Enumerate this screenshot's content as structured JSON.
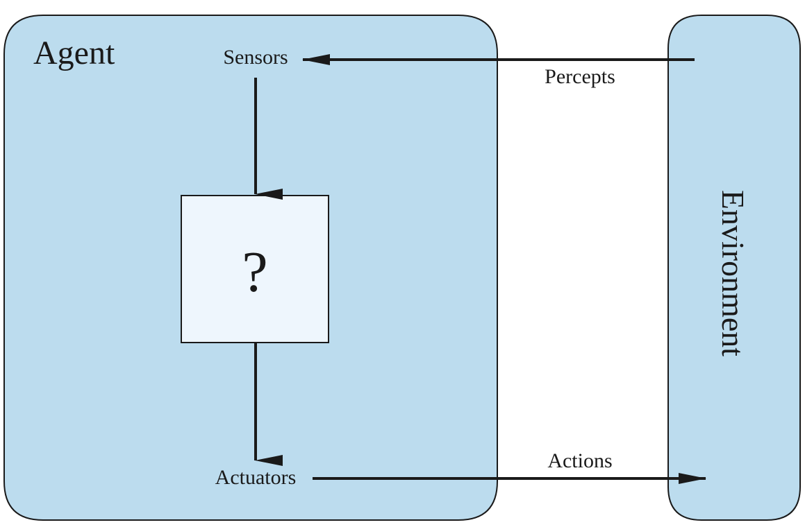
{
  "agent": {
    "title": "Agent",
    "sensors_label": "Sensors",
    "actuators_label": "Actuators",
    "decision_box_symbol": "?"
  },
  "environment": {
    "title": "Environment"
  },
  "flows": {
    "percepts_label": "Percepts",
    "actions_label": "Actions"
  },
  "colors": {
    "panel_fill": "#bcdcee",
    "box_fill": "#eef6fd",
    "stroke": "#1a1a1a"
  }
}
